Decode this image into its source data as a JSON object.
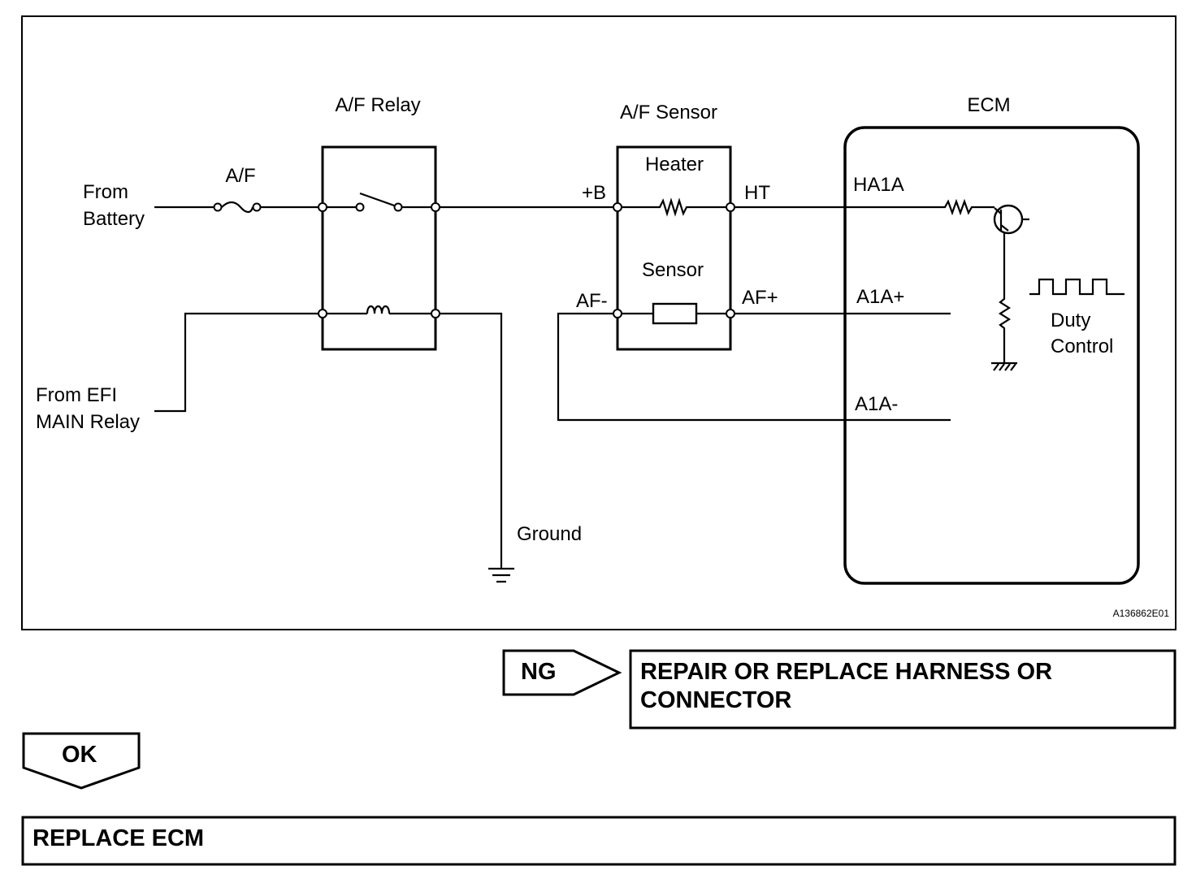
{
  "diagram": {
    "relay_title": "A/F Relay",
    "sensor_title": "A/F Sensor",
    "ecm_title": "ECM",
    "fuse_label": "A/F",
    "from_battery": [
      "From",
      "Battery"
    ],
    "from_efi": [
      "From EFI",
      "MAIN Relay"
    ],
    "heater_label": "Heater",
    "sensor_label": "Sensor",
    "plus_b": "+B",
    "ht": "HT",
    "af_minus": "AF-",
    "af_plus": "AF+",
    "ha1a": "HA1A",
    "a1a_plus": "A1A+",
    "a1a_minus": "A1A-",
    "duty_control": [
      "Duty",
      "Control"
    ],
    "ground": "Ground",
    "figure_code": "A136862E01"
  },
  "flow": {
    "ng_label": "NG",
    "ng_result": "REPAIR OR REPLACE HARNESS OR CONNECTOR",
    "ok_label": "OK",
    "ok_result": "REPLACE ECM"
  }
}
